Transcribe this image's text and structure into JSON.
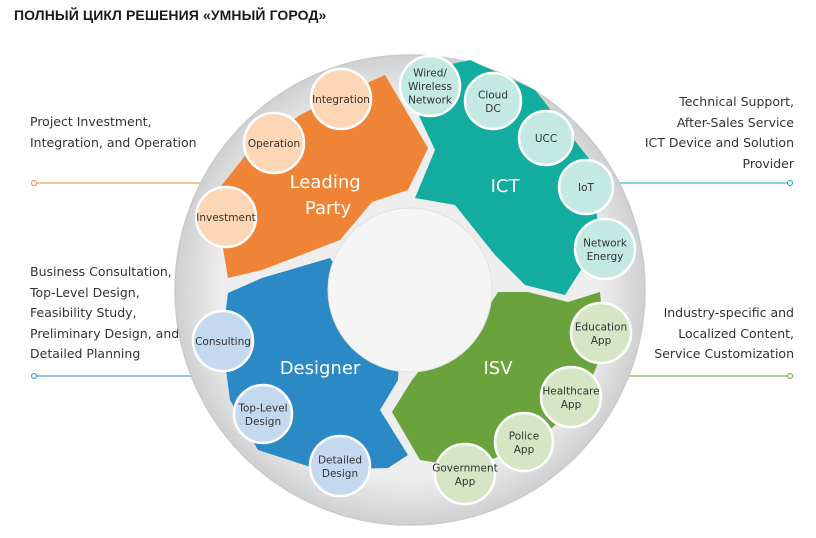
{
  "title": "ПОЛНЫЙ ЦИКЛ РЕШЕНИЯ «УМНЫЙ ГОРОД»",
  "colors": {
    "leading_party": "#f08436",
    "ict": "#13ad9f",
    "designer": "#2b89c6",
    "isv": "#6aa33c",
    "leading_bubble": "#fcd6b5",
    "ict_bubble": "#c3e9e2",
    "designer_bubble": "#c4d9ef",
    "isv_bubble": "#d6e5c3",
    "ring": "#d8d9da"
  },
  "segments": {
    "leading_party": [
      "Leading",
      "Party"
    ],
    "ict": "ICT",
    "designer": "Designer",
    "isv": "ISV"
  },
  "bubbles": {
    "leading_party": [
      [
        "Integration"
      ],
      [
        "Operation"
      ],
      [
        "Investment"
      ]
    ],
    "ict": [
      [
        "Wired/",
        "Wireless",
        "Network"
      ],
      [
        "Cloud",
        "DC"
      ],
      [
        "UCC"
      ],
      [
        "IoT"
      ],
      [
        "Network",
        "Energy"
      ]
    ],
    "designer": [
      [
        "Consulting"
      ],
      [
        "Top-Level",
        "Design"
      ],
      [
        "Detailed",
        "Design"
      ]
    ],
    "isv": [
      [
        "Education",
        "App"
      ],
      [
        "Healthcare",
        "App"
      ],
      [
        "Police",
        "App"
      ],
      [
        "Government",
        "App"
      ]
    ]
  },
  "callouts": {
    "leading_party": [
      "Project Investment,",
      "Integration, and Operation"
    ],
    "designer": [
      "Business Consultation,",
      "Top-Level Design,",
      "Feasibility Study,",
      "Preliminary Design, and",
      "Detailed Planning"
    ],
    "ict": [
      "Technical Support,",
      "After-Sales Service",
      "ICT Device and Solution",
      "Provider"
    ],
    "isv": [
      "Industry-specific and",
      "Localized Content,",
      "Service Customization"
    ]
  }
}
